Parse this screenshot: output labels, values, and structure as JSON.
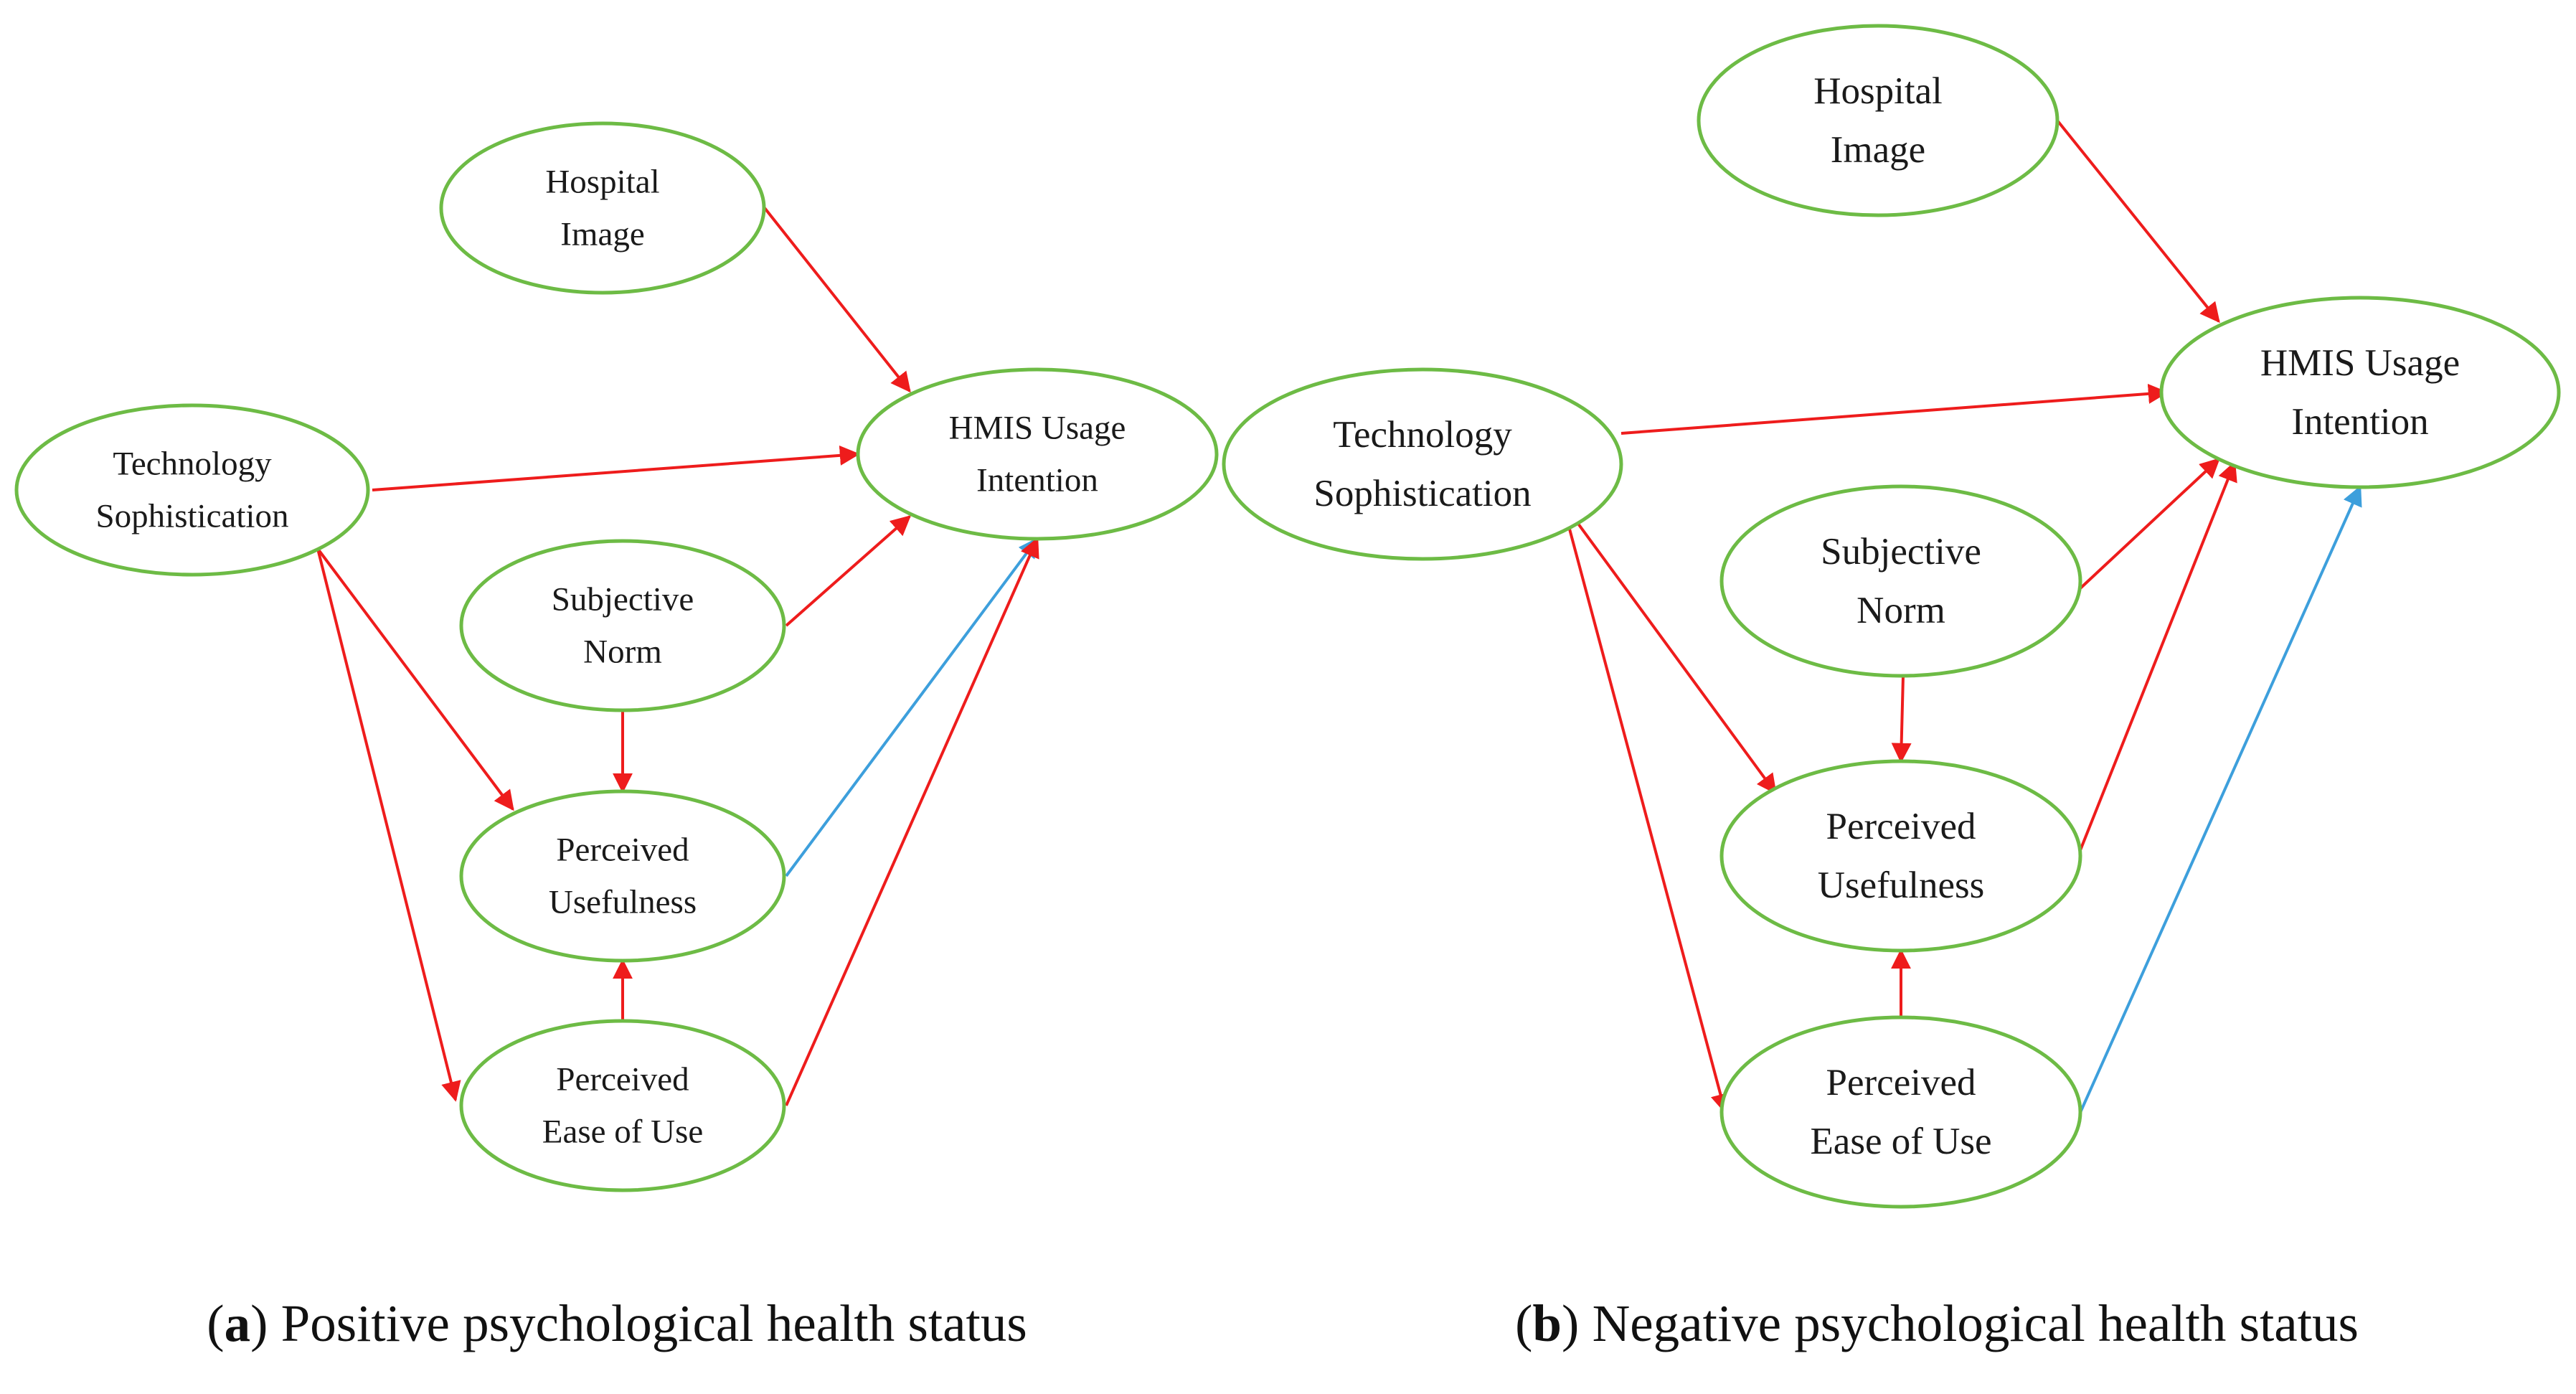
{
  "colors": {
    "node_stroke": "#6dbb45",
    "positive_path": "#ee1c1c",
    "negative_path": "#3d9fdc"
  },
  "panels": [
    {
      "id": "a",
      "caption": {
        "open": "(",
        "letter": "a",
        "close": ")",
        "text": " Positive psychological health status"
      },
      "nodes": {
        "hospital_image": [
          "Hospital",
          "Image"
        ],
        "hmis_usage_intention": [
          "HMIS Usage",
          "Intention"
        ],
        "technology_sophistication": [
          "Technology",
          "Sophistication"
        ],
        "subjective_norm": [
          "Subjective",
          "Norm"
        ],
        "perceived_usefulness": [
          "Perceived",
          "Usefulness"
        ],
        "perceived_ease_of_use": [
          "Perceived",
          "Ease of Use"
        ]
      },
      "edges": [
        {
          "from": "hospital_image",
          "to": "hmis_usage_intention",
          "color": "red"
        },
        {
          "from": "technology_sophistication",
          "to": "hmis_usage_intention",
          "color": "red"
        },
        {
          "from": "subjective_norm",
          "to": "hmis_usage_intention",
          "color": "red"
        },
        {
          "from": "technology_sophistication",
          "to": "perceived_usefulness",
          "color": "red"
        },
        {
          "from": "technology_sophistication",
          "to": "perceived_ease_of_use",
          "color": "red"
        },
        {
          "from": "subjective_norm",
          "to": "perceived_usefulness",
          "color": "red"
        },
        {
          "from": "perceived_usefulness",
          "to": "hmis_usage_intention",
          "color": "blue"
        },
        {
          "from": "perceived_ease_of_use",
          "to": "perceived_usefulness",
          "color": "red"
        },
        {
          "from": "perceived_ease_of_use",
          "to": "hmis_usage_intention",
          "color": "red"
        }
      ]
    },
    {
      "id": "b",
      "caption": {
        "open": "(",
        "letter": "b",
        "close": ")",
        "text": " Negative psychological health status"
      },
      "nodes": {
        "hospital_image": [
          "Hospital",
          "Image"
        ],
        "hmis_usage_intention": [
          "HMIS Usage",
          "Intention"
        ],
        "technology_sophistication": [
          "Technology",
          "Sophistication"
        ],
        "subjective_norm": [
          "Subjective",
          "Norm"
        ],
        "perceived_usefulness": [
          "Perceived",
          "Usefulness"
        ],
        "perceived_ease_of_use": [
          "Perceived",
          "Ease of Use"
        ]
      },
      "edges": [
        {
          "from": "hospital_image",
          "to": "hmis_usage_intention",
          "color": "red"
        },
        {
          "from": "technology_sophistication",
          "to": "hmis_usage_intention",
          "color": "red"
        },
        {
          "from": "subjective_norm",
          "to": "hmis_usage_intention",
          "color": "red"
        },
        {
          "from": "technology_sophistication",
          "to": "perceived_usefulness",
          "color": "red"
        },
        {
          "from": "technology_sophistication",
          "to": "perceived_ease_of_use",
          "color": "red"
        },
        {
          "from": "subjective_norm",
          "to": "perceived_usefulness",
          "color": "red"
        },
        {
          "from": "perceived_usefulness",
          "to": "hmis_usage_intention",
          "color": "red"
        },
        {
          "from": "perceived_ease_of_use",
          "to": "perceived_usefulness",
          "color": "red"
        },
        {
          "from": "perceived_ease_of_use",
          "to": "hmis_usage_intention",
          "color": "blue"
        }
      ]
    }
  ]
}
